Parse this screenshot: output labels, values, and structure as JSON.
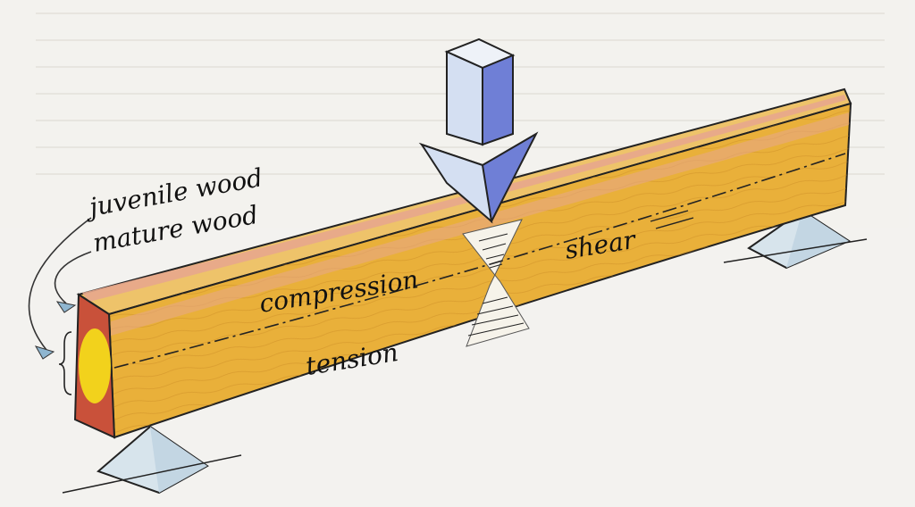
{
  "labels": {
    "juvenile_wood": "juvenile wood",
    "mature_wood": "mature wood",
    "compression": "compression",
    "tension": "tension",
    "shear": "shear"
  },
  "colors": {
    "background": "#f3f2ee",
    "wood_face": "#e9b03a",
    "wood_top": "#eec36a",
    "top_edge_band": "#e7a78d",
    "end_grain": "#c9513a",
    "juvenile_core": "#f2d21c",
    "arrow": "#6f7fd6",
    "arrow_light": "#d4dff2",
    "support": "#cfe0ea"
  }
}
